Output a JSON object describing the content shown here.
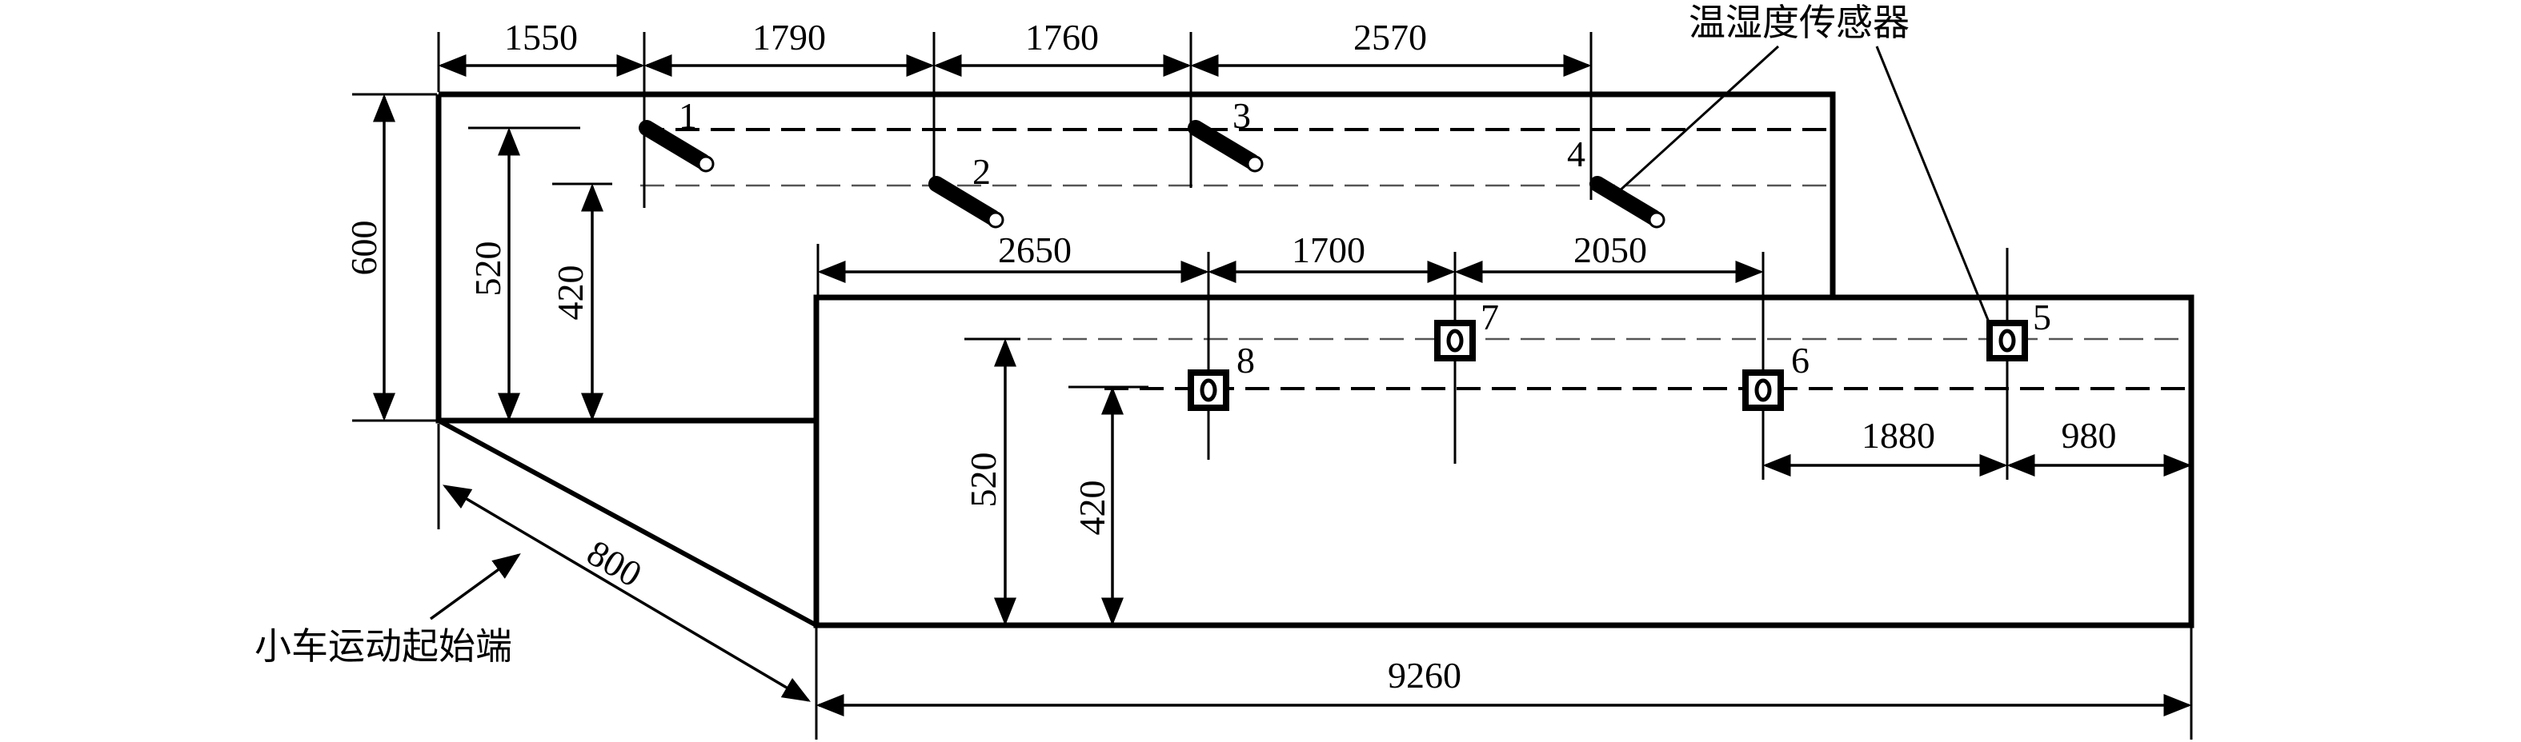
{
  "colors": {
    "line": "#000000",
    "background": "#ffffff"
  },
  "labels": {
    "sensor_callout": "温湿度传感器",
    "start_end": "小车运动起始端"
  },
  "dimensions": {
    "top_segments": [
      "1550",
      "1790",
      "1760",
      "2570"
    ],
    "upper_height": "600",
    "upper_left_520": "520",
    "upper_left_420": "420",
    "lower_segments": [
      "2650",
      "1700",
      "2050"
    ],
    "lower_left_520": "520",
    "lower_left_420": "420",
    "right_segments": [
      "1880",
      "980"
    ],
    "diagonal": "800",
    "bottom_total": "9260"
  },
  "sensors": {
    "angled": [
      {
        "id": "1",
        "icon": "angled-sensor-icon"
      },
      {
        "id": "2",
        "icon": "angled-sensor-icon"
      },
      {
        "id": "3",
        "icon": "angled-sensor-icon"
      },
      {
        "id": "4",
        "icon": "angled-sensor-icon"
      }
    ],
    "boxed": [
      {
        "id": "5",
        "icon": "box-sensor-icon"
      },
      {
        "id": "6",
        "icon": "box-sensor-icon"
      },
      {
        "id": "7",
        "icon": "box-sensor-icon"
      },
      {
        "id": "8",
        "icon": "box-sensor-icon"
      }
    ]
  }
}
